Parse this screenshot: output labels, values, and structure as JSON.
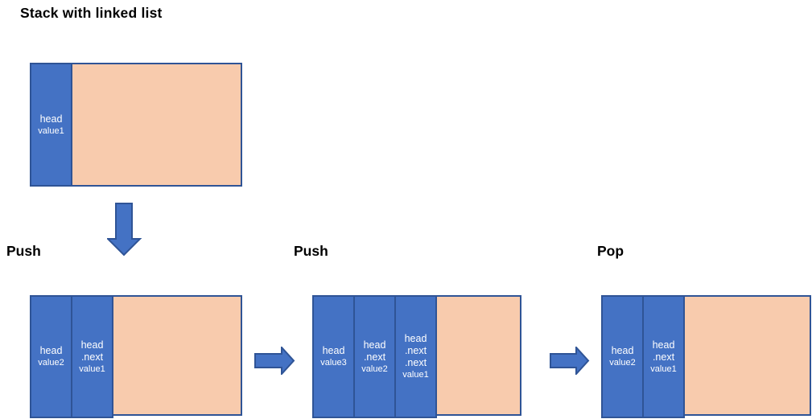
{
  "title": "Stack with linked list",
  "colors": {
    "cell_fill": "#4472C4",
    "box_fill": "#F8CBAD",
    "outline": "#2F5496",
    "cell_text": "#FFFFFF",
    "label_text": "#000000"
  },
  "diagram": {
    "states": [
      {
        "name": "initial-state",
        "label": "",
        "cells": [
          {
            "lines": [
              "head",
              "value1"
            ]
          }
        ]
      },
      {
        "name": "after-first-push",
        "label": "Push",
        "cells": [
          {
            "lines": [
              "head",
              "value2"
            ]
          },
          {
            "lines": [
              "head",
              ".next",
              "value1"
            ]
          }
        ]
      },
      {
        "name": "after-second-push",
        "label": "Push",
        "cells": [
          {
            "lines": [
              "head",
              "value3"
            ]
          },
          {
            "lines": [
              "head",
              ".next",
              "value2"
            ]
          },
          {
            "lines": [
              "head",
              ".next",
              ".next",
              "value1"
            ]
          }
        ]
      },
      {
        "name": "after-pop",
        "label": "Pop",
        "cells": [
          {
            "lines": [
              "head",
              "value2"
            ]
          },
          {
            "lines": [
              "head",
              ".next",
              "value1"
            ]
          }
        ]
      }
    ],
    "arrows": [
      {
        "name": "down-arrow",
        "direction": "down"
      },
      {
        "name": "right-arrow-1",
        "direction": "right"
      },
      {
        "name": "right-arrow-2",
        "direction": "right"
      }
    ]
  }
}
